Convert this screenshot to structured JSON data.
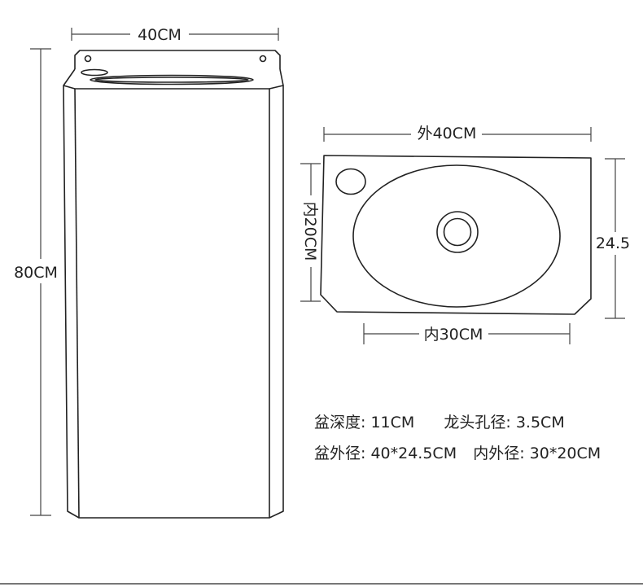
{
  "colors": {
    "stroke": "#222222",
    "dim_line": "#444444",
    "background": "#ffffff",
    "bottom_rule": "#777777"
  },
  "front_view": {
    "width_label": "40CM",
    "height_label": "80CM"
  },
  "top_view": {
    "outer_width_label": "外40CM",
    "inner_height_label": "内20CM",
    "outer_height_label": "24.5",
    "inner_width_label": "内30CM"
  },
  "specs": {
    "row1": [
      {
        "label": "盆深度:",
        "value": "11CM"
      },
      {
        "label": "龙头孔径:",
        "value": "3.5CM"
      }
    ],
    "row2": [
      {
        "label": "盆外径:",
        "value": "40*24.5CM"
      },
      {
        "label": "内外径:",
        "value": "30*20CM"
      }
    ]
  }
}
